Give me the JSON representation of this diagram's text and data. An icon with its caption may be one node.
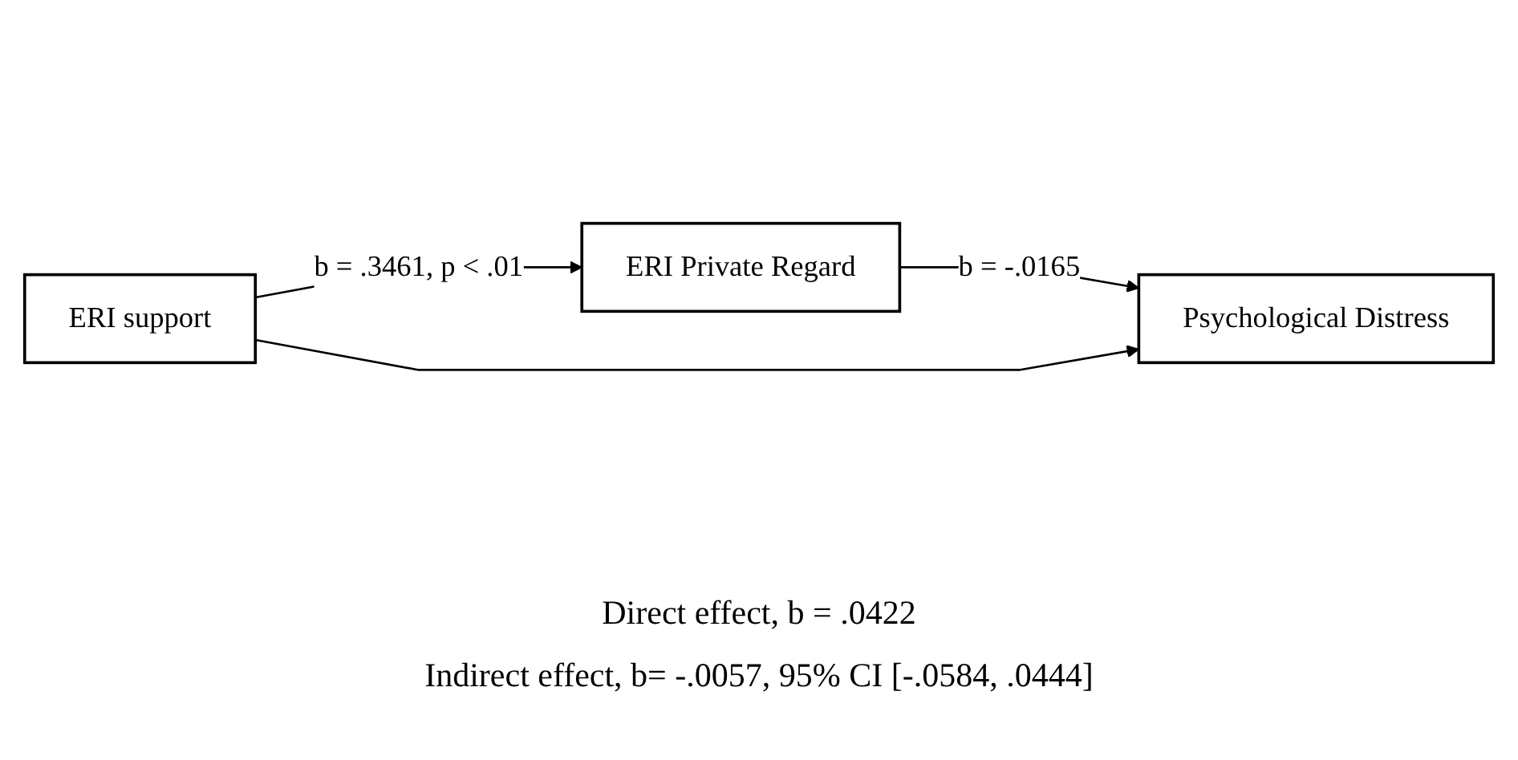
{
  "diagram": {
    "nodes": [
      {
        "text": [
          "ERI Private Regard"
        ]
      },
      {
        "text": [
          "ERI support"
        ]
      },
      {
        "text": [
          "Psychological Distress"
        ]
      }
    ],
    "edges": [
      {
        "from": 1,
        "to": 0,
        "arrow": "to",
        "label": "b = .3461, p < .01"
      },
      {
        "from": 0,
        "to": 2,
        "arrow": "to",
        "label": "b = -.0165"
      },
      {
        "from": 1,
        "to": 2,
        "arrow": "to"
      }
    ],
    "labels": [
      "Direct effect, b = .0422",
      "Indirect effect, b= -.0057, 95% CI [-.0584, .0444]"
    ]
  }
}
